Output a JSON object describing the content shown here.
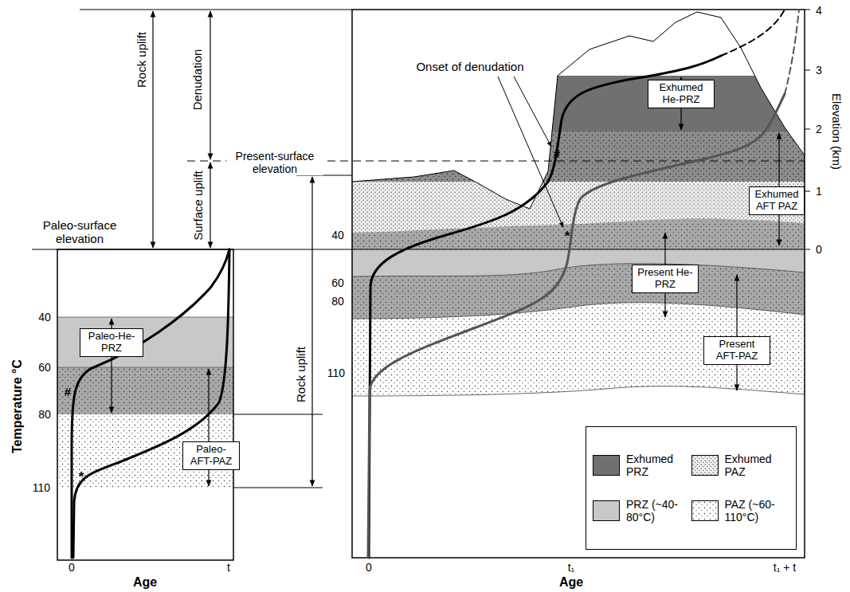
{
  "diagram": {
    "nodes": [
      {
        "text": [
          "Paleo-He-PRZ"
        ]
      },
      {
        "text": [
          "Paleo-AFT-PAZ"
        ]
      },
      {
        "text": [
          "Exhumed He-PRZ"
        ]
      },
      {
        "text": [
          "Exhumed AFT PAZ"
        ]
      },
      {
        "text": [
          "Present He-PRZ"
        ]
      },
      {
        "text": [
          "Present AFT-PAZ"
        ]
      }
    ],
    "labels": [
      "Rock uplift",
      "Denudation",
      "Present-surface elevation",
      "Surface uplift",
      "Paleo-surface elevation",
      "Rock uplift",
      "Onset of denudation",
      "Elevation (km)",
      "4",
      "3",
      "2",
      "1",
      "0",
      "Temperature °C",
      "40",
      "60",
      "80",
      "110",
      "40",
      "60",
      "80",
      "110",
      "Age",
      "0",
      "t",
      "Age",
      "0",
      "t₁",
      "t₁ + t",
      "#",
      "*",
      "#",
      "*"
    ],
    "legend": [
      {
        "text": "Exhumed PRZ",
        "color": "#707070"
      },
      {
        "text": "Exhumed PAZ"
      },
      {
        "text": "PRZ (~40-80°C)",
        "color": "#c8c8c8"
      },
      {
        "text": "PAZ (~60-110°C)"
      }
    ]
  }
}
